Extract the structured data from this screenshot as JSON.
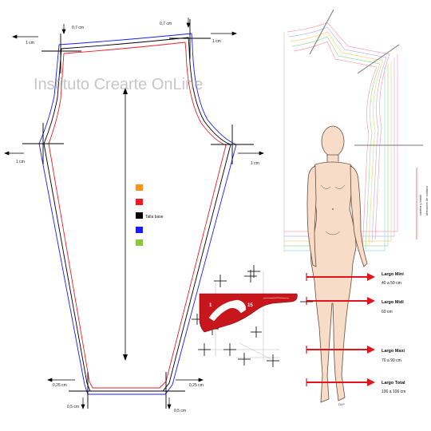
{
  "watermark": "Instituto Crearte OnLine",
  "measures": {
    "top_left_07": "0,7 cm",
    "top_right_07": "0,7 cm",
    "top_left_1": "1 cm",
    "top_right_1": "1 cm",
    "mid_left_1": "1 cm",
    "mid_right_1": "1 cm",
    "bottom_left_025": "0,25 cm",
    "bottom_right_025": "0,25 cm",
    "bottom_left_05": "0,5 cm",
    "bottom_right_05": "0,5 cm"
  },
  "legend": {
    "items": [
      {
        "color": "#f7941d",
        "label": ""
      },
      {
        "color": "#ed1c24",
        "label": ""
      },
      {
        "color": "#000000",
        "label": "Talla base"
      },
      {
        "color": "#1a1aff",
        "label": ""
      },
      {
        "color": "#8dc63f",
        "label": ""
      }
    ]
  },
  "vertical_notes": {
    "a": "cadera y busto",
    "b": "ubicacion de costura"
  },
  "skirt_lengths": [
    {
      "title": "Largo Mini",
      "value": "40 a 50 cm"
    },
    {
      "title": "Largo Midi",
      "value": "60 cm"
    },
    {
      "title": "Largo Maxi",
      "value": "70 a 90 cm"
    },
    {
      "title": "Largo Total",
      "value": "100 a 106 cm"
    }
  ],
  "ruler": {
    "mark_a": "1",
    "mark_b": "15"
  },
  "figure_signature": "DLP",
  "colors": {
    "red": "#ed1c24",
    "blue": "#1a1aff",
    "black": "#000000",
    "green": "#8dc63f",
    "orange": "#f7941d",
    "skin": "#f7dcc8",
    "ruler": "#c8161d"
  }
}
